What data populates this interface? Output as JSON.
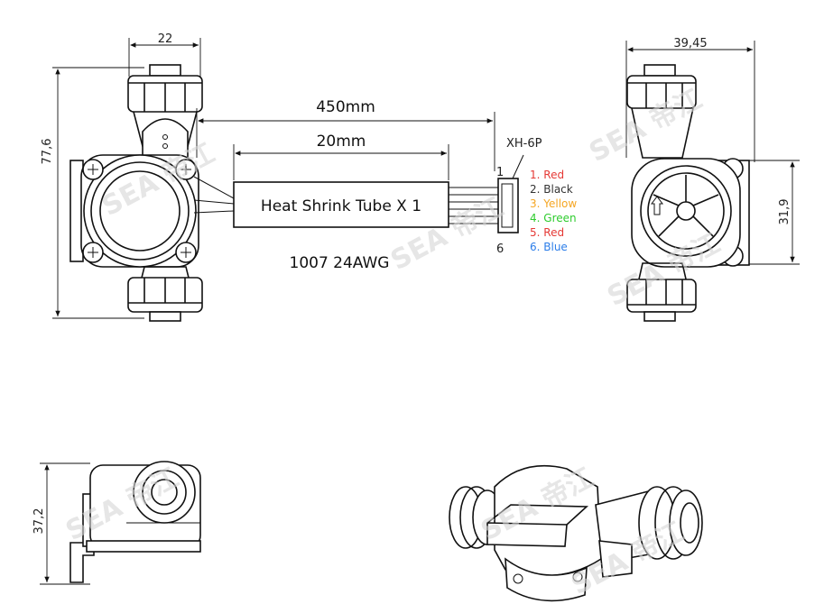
{
  "dimensions": {
    "width_top": "22",
    "height_left": "77,6",
    "cable_length": "450mm",
    "strip_length": "20mm",
    "width_side": "39,45",
    "height_side": "31,9",
    "height_bottom": "37,2"
  },
  "labels": {
    "heat_shrink": "Heat Shrink Tube X 1",
    "cable_spec": "1007 24AWG",
    "connector": "XH-6P",
    "pin_first": "1",
    "pin_last": "6"
  },
  "wires": [
    {
      "label": "1. Red",
      "color": "#e53935"
    },
    {
      "label": "2. Black",
      "color": "#333333"
    },
    {
      "label": "3. Yellow",
      "color": "#f5a623"
    },
    {
      "label": "4. Green",
      "color": "#2ecc2e"
    },
    {
      "label": "5. Red",
      "color": "#e53935"
    },
    {
      "label": "6. Blue",
      "color": "#2b7de9"
    }
  ],
  "watermark": {
    "text": "SEA 帝江"
  }
}
